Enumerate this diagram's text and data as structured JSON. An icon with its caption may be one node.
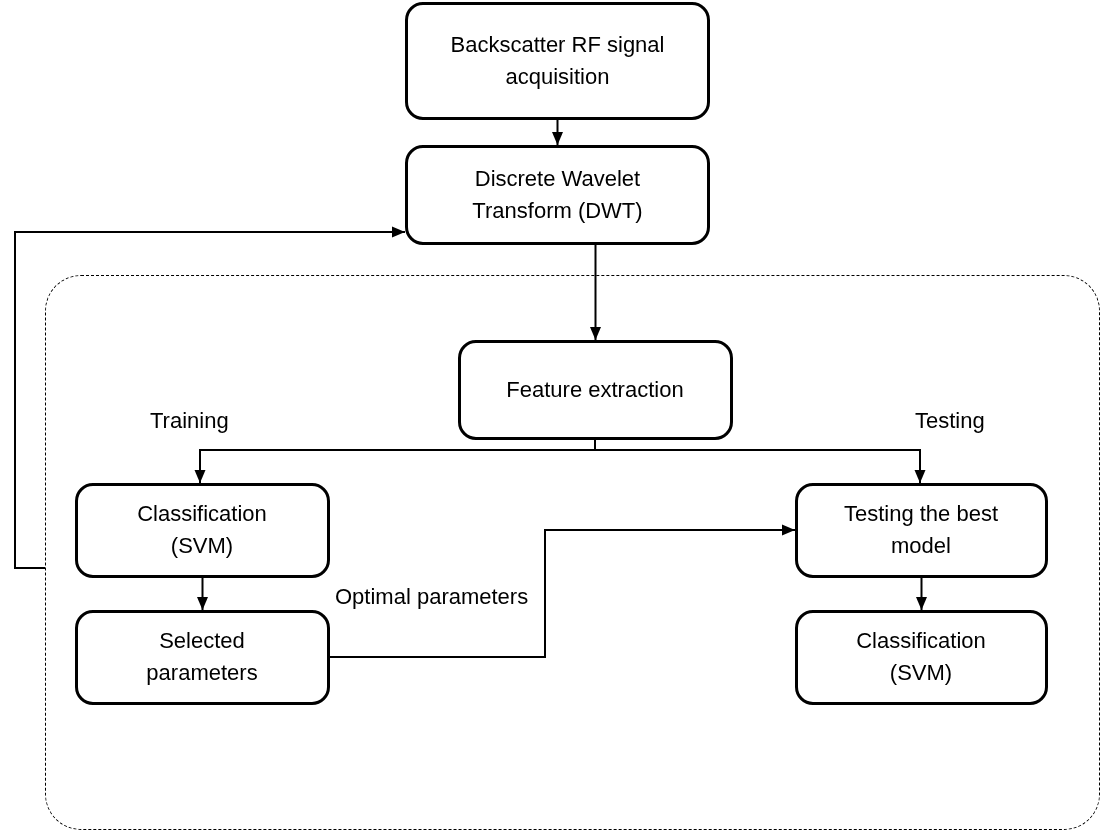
{
  "diagram": {
    "nodes": [
      {
        "text": [
          "Backscatter RF signal acquisition"
        ]
      },
      {
        "text": [
          "Discrete Wavelet Transform (DWT)"
        ]
      },
      {
        "text": [],
        "shape": "box"
      },
      {
        "text": [
          "Feature extraction"
        ],
        "in": 2
      },
      {
        "text": [
          "Classification (SVM)"
        ],
        "in": 2
      },
      {
        "text": [
          "Selected parameters"
        ],
        "in": 2
      },
      {
        "text": [
          "Testing the best model"
        ],
        "in": 2
      },
      {
        "text": [
          "Classification (SVM)"
        ],
        "in": 2
      }
    ],
    "edges": [
      {
        "from": 0,
        "to": 1,
        "arrow": "to"
      },
      {
        "from": 1,
        "to": 3,
        "arrow": "to"
      },
      {
        "from": 3,
        "to": 4,
        "arrow": "to"
      },
      {
        "from": 3,
        "to": 6,
        "arrow": "to"
      },
      {
        "from": 4,
        "to": 5,
        "arrow": "to"
      },
      {
        "from": 5,
        "to": 6,
        "arrow": "to"
      },
      {
        "from": 6,
        "to": 7,
        "arrow": "to"
      },
      {
        "from": 2,
        "to": 1,
        "arrow": "to"
      }
    ],
    "labels": [
      "Training",
      "Testing",
      "Optimal parameters"
    ]
  }
}
